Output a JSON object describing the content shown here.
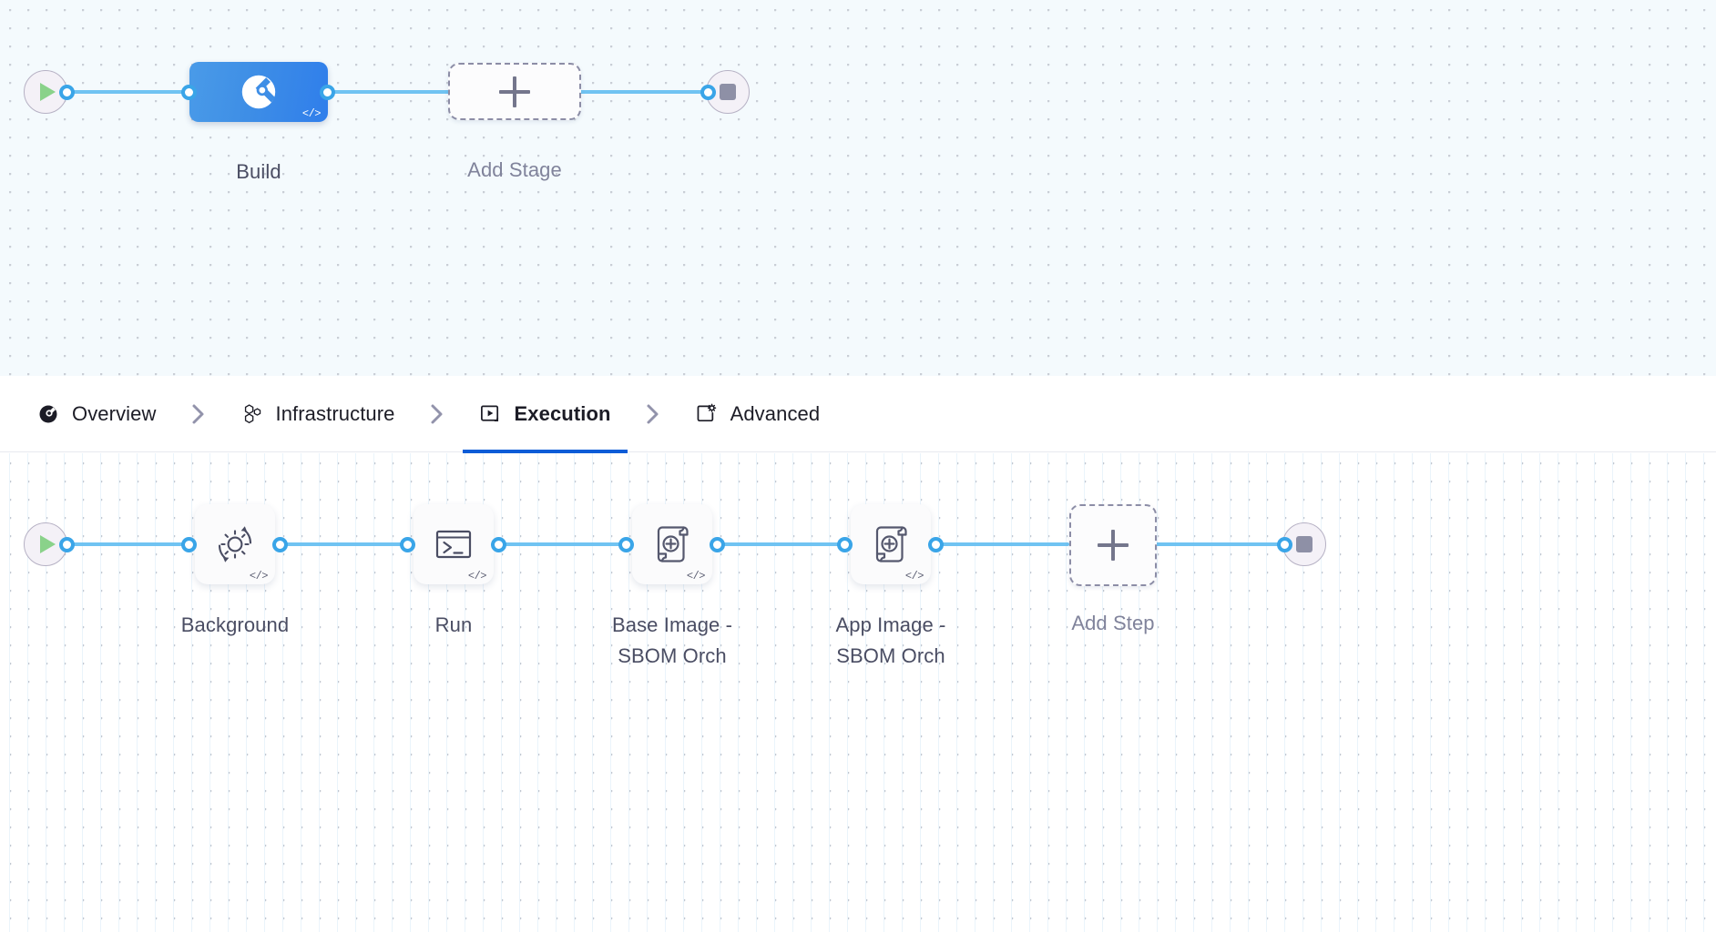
{
  "stage_graph": {
    "start_node": {
      "icon": "play-icon"
    },
    "end_node": {
      "icon": "stop-icon"
    },
    "nodes": [
      {
        "id": "build",
        "label": "Build",
        "icon": "harness-logo-icon",
        "badge": "</>",
        "type": "stage",
        "selected": true
      },
      {
        "id": "add-stage",
        "label": "Add Stage",
        "icon": "plus-icon",
        "type": "add"
      }
    ]
  },
  "tabs": {
    "items": [
      {
        "id": "overview",
        "label": "Overview",
        "icon": "harness-circle-icon",
        "active": false
      },
      {
        "id": "infrastructure",
        "label": "Infrastructure",
        "icon": "hexagon-cluster-icon",
        "active": false
      },
      {
        "id": "execution",
        "label": "Execution",
        "icon": "play-box-icon",
        "active": true
      },
      {
        "id": "advanced",
        "label": "Advanced",
        "icon": "square-gear-icon",
        "active": false
      }
    ],
    "separator_icon": "chevron-right-icon",
    "active_underline_color": "#0b5cd7"
  },
  "step_graph": {
    "start_node": {
      "icon": "play-icon"
    },
    "end_node": {
      "icon": "stop-icon"
    },
    "steps": [
      {
        "id": "background",
        "label": "Background",
        "icon": "gear-refresh-icon",
        "badge": "</>"
      },
      {
        "id": "run",
        "label": "Run",
        "icon": "terminal-icon",
        "badge": "</>"
      },
      {
        "id": "base-image-sbom",
        "label": "Base Image -\nSBOM Orch",
        "icon": "sbom-scroll-plus-icon",
        "badge": "</>"
      },
      {
        "id": "app-image-sbom",
        "label": "App Image -\nSBOM Orch",
        "icon": "sbom-scroll-plus-icon",
        "badge": "</>"
      },
      {
        "id": "add-step",
        "label": "Add Step",
        "icon": "plus-icon",
        "type": "add"
      }
    ]
  },
  "colors": {
    "edge": "#70c3f2",
    "connector": "#3aa5e8",
    "stage_accent": "#3e8ee6",
    "canvas_top_bg": "#f4fafd",
    "canvas_bottom_bg": "#ffffff",
    "label_text": "#4a4d63"
  }
}
